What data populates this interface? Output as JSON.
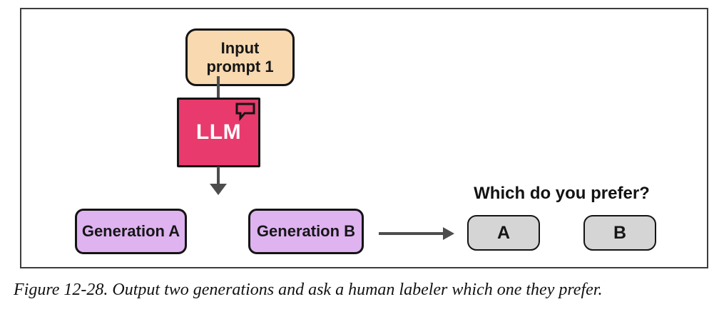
{
  "figure": {
    "caption": "Figure 12-28. Output two generations and ask a human labeler which one they prefer."
  },
  "diagram": {
    "input_prompt": {
      "line1": "Input",
      "line2": "prompt 1"
    },
    "llm": {
      "label": "LLM",
      "icon": "speech-bubble-icon"
    },
    "generation_a": {
      "label": "Generation A"
    },
    "generation_b": {
      "label": "Generation B"
    },
    "question": "Which do you prefer?",
    "choice_a": {
      "label": "A"
    },
    "choice_b": {
      "label": "B"
    }
  },
  "colors": {
    "input_prompt_fill": "#f8d9b0",
    "llm_fill": "#e83a6c",
    "llm_text": "#ffffff",
    "generation_fill": "#deb3f0",
    "choice_fill": "#d5d5d5",
    "node_border": "#141414",
    "arrow": "#4d4d4d",
    "frame_border": "#3d3d3d"
  }
}
